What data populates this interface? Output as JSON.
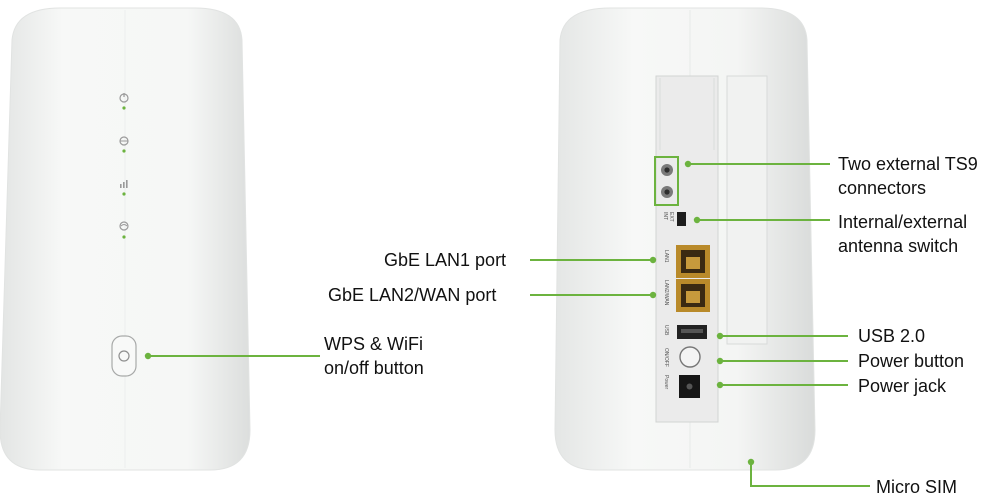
{
  "callouts": {
    "wps_wifi": [
      "WPS & WiFi",
      "on/off button"
    ],
    "lan1": "GbE LAN1 port",
    "lan2_wan": "GbE LAN2/WAN port",
    "ts9": [
      "Two external TS9",
      "connectors"
    ],
    "antenna_switch": [
      "Internal/external",
      "antenna switch"
    ],
    "usb": "USB 2.0",
    "power_button": "Power button",
    "power_jack": "Power jack",
    "micro_sim": "Micro SIM"
  },
  "port_labels": {
    "int": "INT",
    "ext": "EXT",
    "lan1": "LAN1",
    "lan2_wan": "LAN2/WAN",
    "usb": "USB",
    "onoff": "ON/OFF",
    "power": "Power"
  },
  "colors": {
    "accent": "#6cb33f",
    "body": "#f2f3f2",
    "body_shadow": "#dcdedd",
    "panel": "#ebebeb",
    "port_gold": "#b98a2a",
    "text": "#111111"
  },
  "front_leds": [
    "power-icon",
    "internet-icon",
    "signal-icon",
    "wifi-icon"
  ]
}
